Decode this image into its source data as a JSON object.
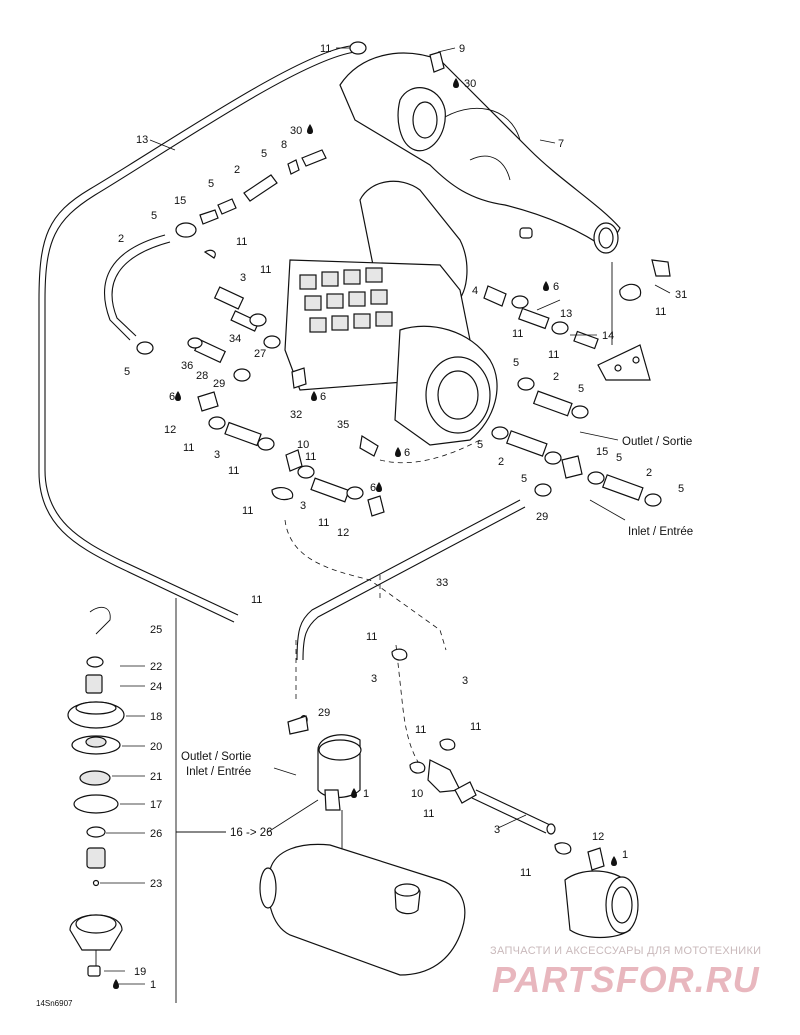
{
  "figure_code": "14Sn6907",
  "annotations": {
    "outlet_top": "Outlet / Sortie",
    "inlet_top": "Inlet / Entrée",
    "outlet_left": "Outlet / Sortie",
    "inlet_left": "Inlet / Entrée",
    "range": "16 -> 26"
  },
  "callouts": {
    "c1": "11",
    "c2": "9",
    "c3": "30",
    "c4": "13",
    "c5": "30",
    "c6": "8",
    "c7": "7",
    "c8": "5",
    "c9": "2",
    "c10": "5",
    "c11": "15",
    "c12": "5",
    "c13": "2",
    "c14": "11",
    "c15": "3",
    "c16": "11",
    "c17": "4",
    "c18": "6",
    "c19": "13",
    "c20": "31",
    "c21": "11",
    "c22": "11",
    "c23": "14",
    "c24": "34",
    "c25": "27",
    "c26": "36",
    "c27": "28",
    "c28": "29",
    "c29": "5",
    "c30": "6",
    "c31": "32",
    "c32": "5",
    "c33": "2",
    "c34": "5",
    "c35": "12",
    "c36": "11",
    "c37": "35",
    "c38": "6",
    "c39": "3",
    "c40": "10",
    "c41": "11",
    "c42": "11",
    "c43": "5",
    "c44": "2",
    "c45": "15",
    "c46": "5",
    "c47": "2",
    "c48": "5",
    "c49": "5",
    "c50": "29",
    "c51": "6",
    "c52": "11",
    "c53": "3",
    "c54": "11",
    "c55": "12",
    "c56": "33",
    "c57": "11",
    "c58": "25",
    "c59": "22",
    "c60": "24",
    "c61": "18",
    "c62": "20",
    "c63": "21",
    "c64": "17",
    "c65": "26",
    "c66": "23",
    "c67": "19",
    "c68": "1",
    "c69": "11",
    "c70": "3",
    "c71": "3",
    "c72": "29",
    "c73": "11",
    "c74": "11",
    "c75": "1",
    "c76": "10",
    "c77": "11",
    "c78": "3",
    "c79": "12",
    "c80": "1",
    "c81": "11"
  },
  "watermark": {
    "line1": "ЗАПЧАСТИ И АКСЕССУАРЫ ДЛЯ МОТОТЕХНИКИ",
    "line2": "PARTSFOR.RU"
  }
}
